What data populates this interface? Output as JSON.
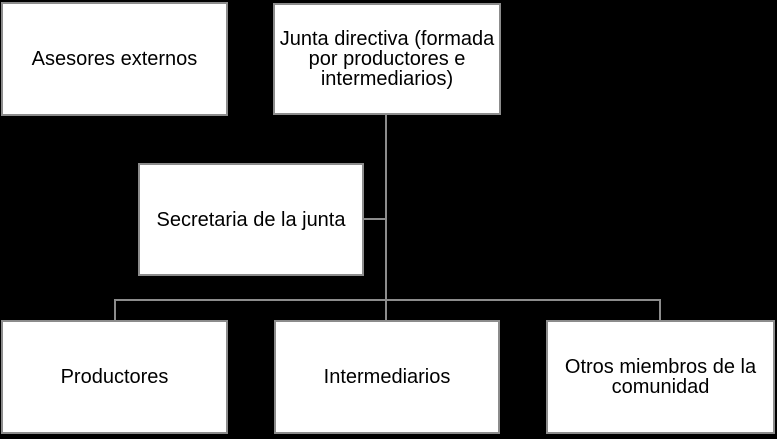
{
  "diagram": {
    "type": "org-chart",
    "colors": {
      "background": "#000000",
      "node-fill": "#ffffff",
      "node-border": "#8c8c8c",
      "connector": "#8c8c8c",
      "text": "#000000"
    },
    "nodes": {
      "asesores": {
        "label": "Asesores externos"
      },
      "junta": {
        "label": "Junta directiva (formada por productores e intermediarios)"
      },
      "secretaria": {
        "label": "Secretaria de la junta"
      },
      "productores": {
        "label": "Productores"
      },
      "intermediarios": {
        "label": "Intermediarios"
      },
      "otros": {
        "label": "Otros miembros de la comunidad"
      }
    },
    "edges": [
      {
        "from": "junta",
        "to": "secretaria",
        "style": "side-elbow"
      },
      {
        "from": "junta",
        "to": "productores",
        "style": "elbow"
      },
      {
        "from": "junta",
        "to": "intermediarios",
        "style": "straight"
      },
      {
        "from": "junta",
        "to": "otros",
        "style": "elbow"
      }
    ]
  }
}
